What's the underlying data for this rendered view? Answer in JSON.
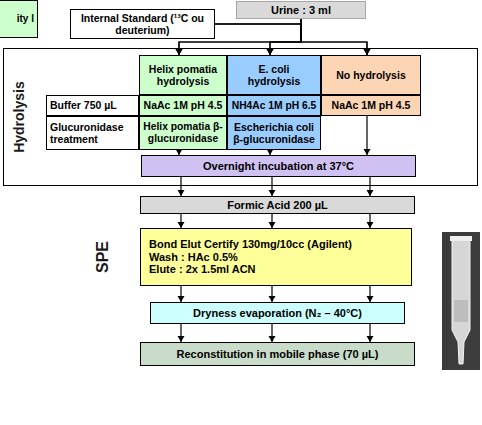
{
  "diagram": {
    "nodes": [
      {
        "text": [
          "ity l"
        ]
      },
      {
        "text": [
          "Urine : 3 ml"
        ]
      },
      {
        "text": [
          "Internal Standard (¹³C ou deuterium)"
        ]
      },
      {
        "text": [
          "Hydrolysis"
        ]
      },
      {
        "text": [
          "Helix pomatia hydrolysis"
        ],
        "in": 3
      },
      {
        "text": [
          "E. coli hydrolysis"
        ],
        "in": 3
      },
      {
        "text": [
          "No hydrolysis"
        ],
        "in": 3
      },
      {
        "text": [
          "Buffer 750 µL"
        ],
        "in": 3
      },
      {
        "text": [
          "NaAc 1M pH 4.5"
        ],
        "in": 3
      },
      {
        "text": [
          "NH4Ac 1M pH 6.5"
        ],
        "in": 3
      },
      {
        "text": [
          "NaAc 1M pH 4.5"
        ],
        "in": 3
      },
      {
        "text": [
          "Glucuronidase treatment"
        ],
        "in": 3
      },
      {
        "text": [
          "Helix pomatia β-glucuronidase"
        ],
        "in": 3
      },
      {
        "text": [
          "Escherichia coli β-glucuronidase"
        ],
        "in": 3
      },
      {
        "text": [
          "Overnight incubation at 37°C"
        ],
        "in": 3
      },
      {
        "text": [
          "Formic Acid 200 µL"
        ]
      },
      {
        "text": [
          "Bond Elut Certify 130mg/10cc (Agilent)",
          "Wash : HAc 0.5%",
          "Elute : 2x 1.5ml ACN"
        ]
      },
      {
        "text": [
          "Dryness evaporation (N₂ – 40°C)"
        ]
      },
      {
        "text": [
          "Reconstitution in mobile phase (70 µL)"
        ]
      }
    ],
    "edges": [
      {
        "from": 1,
        "to": 4,
        "arrow": "to"
      },
      {
        "from": 1,
        "to": 5,
        "arrow": "to"
      },
      {
        "from": 1,
        "to": 6,
        "arrow": "to"
      },
      {
        "from": 2,
        "to": 4,
        "arrow": "to"
      },
      {
        "from": 2,
        "to": 5,
        "arrow": "to"
      },
      {
        "from": 2,
        "to": 6,
        "arrow": "to"
      },
      {
        "from": 12,
        "to": 14,
        "arrow": "to"
      },
      {
        "from": 13,
        "to": 14,
        "arrow": "to"
      },
      {
        "from": 10,
        "to": 14,
        "arrow": "to"
      },
      {
        "from": 14,
        "to": 15,
        "arrow": "to"
      },
      {
        "from": 14,
        "to": 15,
        "arrow": "to"
      },
      {
        "from": 14,
        "to": 15,
        "arrow": "to"
      },
      {
        "from": 15,
        "to": 16,
        "arrow": "to"
      },
      {
        "from": 15,
        "to": 16,
        "arrow": "to"
      },
      {
        "from": 15,
        "to": 16,
        "arrow": "to"
      },
      {
        "from": 16,
        "to": 17,
        "arrow": "to"
      },
      {
        "from": 16,
        "to": 17,
        "arrow": "to"
      },
      {
        "from": 16,
        "to": 17,
        "arrow": "to"
      },
      {
        "from": 17,
        "to": 18,
        "arrow": "to"
      },
      {
        "from": 17,
        "to": 18,
        "arrow": "to"
      },
      {
        "from": 17,
        "to": 18,
        "arrow": "to"
      }
    ],
    "labels": [
      "SPE"
    ]
  }
}
